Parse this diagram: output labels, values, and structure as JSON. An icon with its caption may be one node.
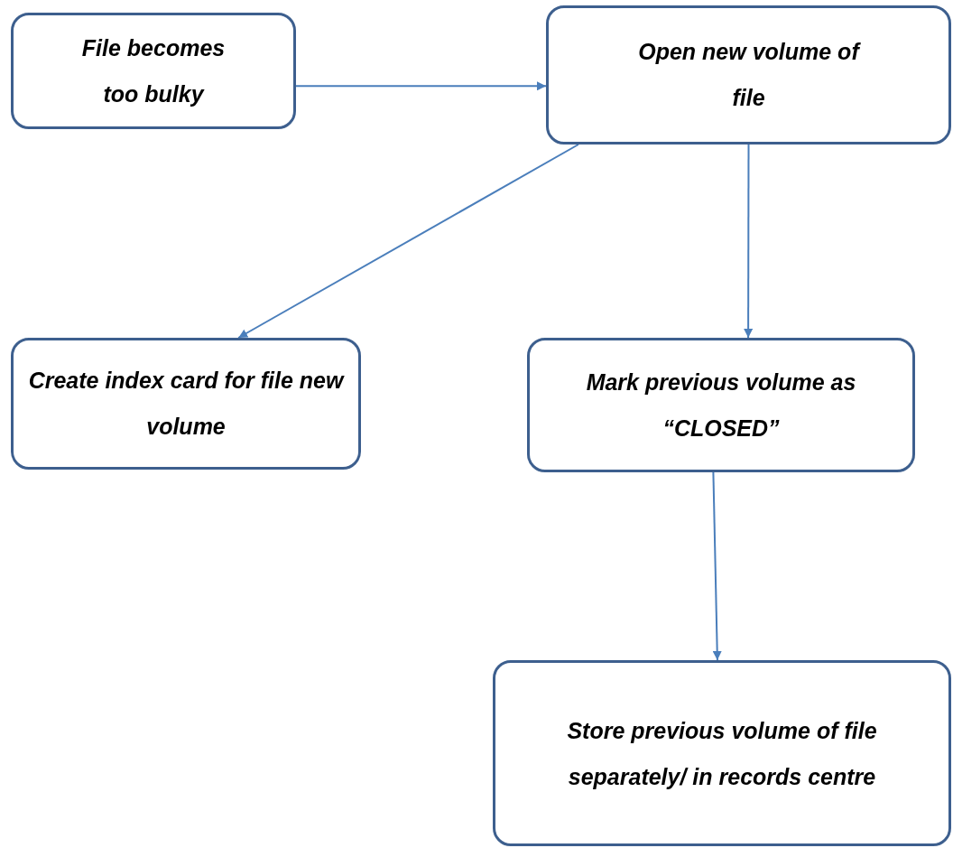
{
  "diagram": {
    "nodes": [
      {
        "text": [
          "File becomes too bulky"
        ]
      },
      {
        "text": [
          "Open new volume of file"
        ]
      },
      {
        "text": [
          "Create index card for file new volume"
        ]
      },
      {
        "text": [
          "Mark previous volume as “CLOSED”"
        ]
      },
      {
        "text": [
          "Store previous volume of file separately/ in records centre"
        ]
      }
    ],
    "edges": [
      {
        "from": 0,
        "to": 1,
        "arrow": "to"
      },
      {
        "from": 1,
        "to": 2,
        "arrow": "to"
      },
      {
        "from": 1,
        "to": 3,
        "arrow": "to"
      },
      {
        "from": 3,
        "to": 4,
        "arrow": "to"
      }
    ]
  }
}
